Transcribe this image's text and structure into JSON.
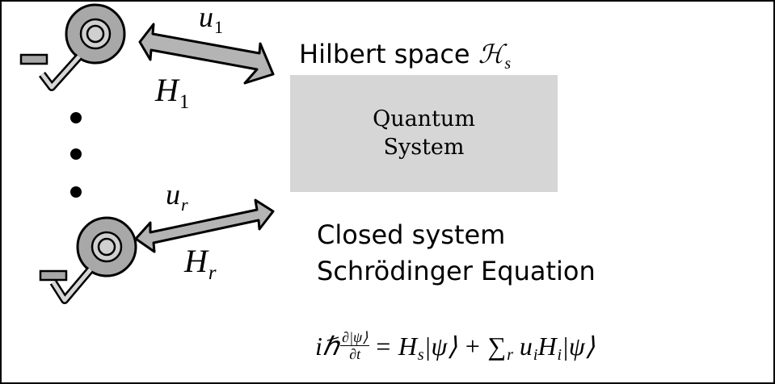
{
  "diagram": {
    "hilbert_label": "Hilbert space ",
    "hilbert_symbol": "ℋ",
    "hilbert_sub": "s",
    "quantum_box": {
      "line1": "Quantum",
      "line2": "System"
    },
    "controls": {
      "top": {
        "u": "u",
        "u_sub": "1",
        "H": "H",
        "H_sub": "1"
      },
      "bottom": {
        "u": "u",
        "u_sub": "r",
        "H": "H",
        "H_sub": "r"
      }
    },
    "caption_line1": "Closed system",
    "caption_line2": "Schrödinger Equation",
    "equation": {
      "lhs_prefix": "iℏ",
      "frac_num": "∂|ψ⟩",
      "frac_den": "∂t",
      "rhs": "= H",
      "rhs_sub": "s",
      "rhs_rest": "|ψ⟩ + ∑",
      "sum_sub": "r",
      "tail": " u",
      "tail_sub": "i",
      "tail_H": "H",
      "tail_H_sub": "i",
      "tail_end": "|ψ⟩"
    },
    "colors": {
      "box_fill": "#d6d6d6",
      "arrow_fill": "#b4b4b4",
      "knob_fill": "#a8a8a8"
    }
  }
}
